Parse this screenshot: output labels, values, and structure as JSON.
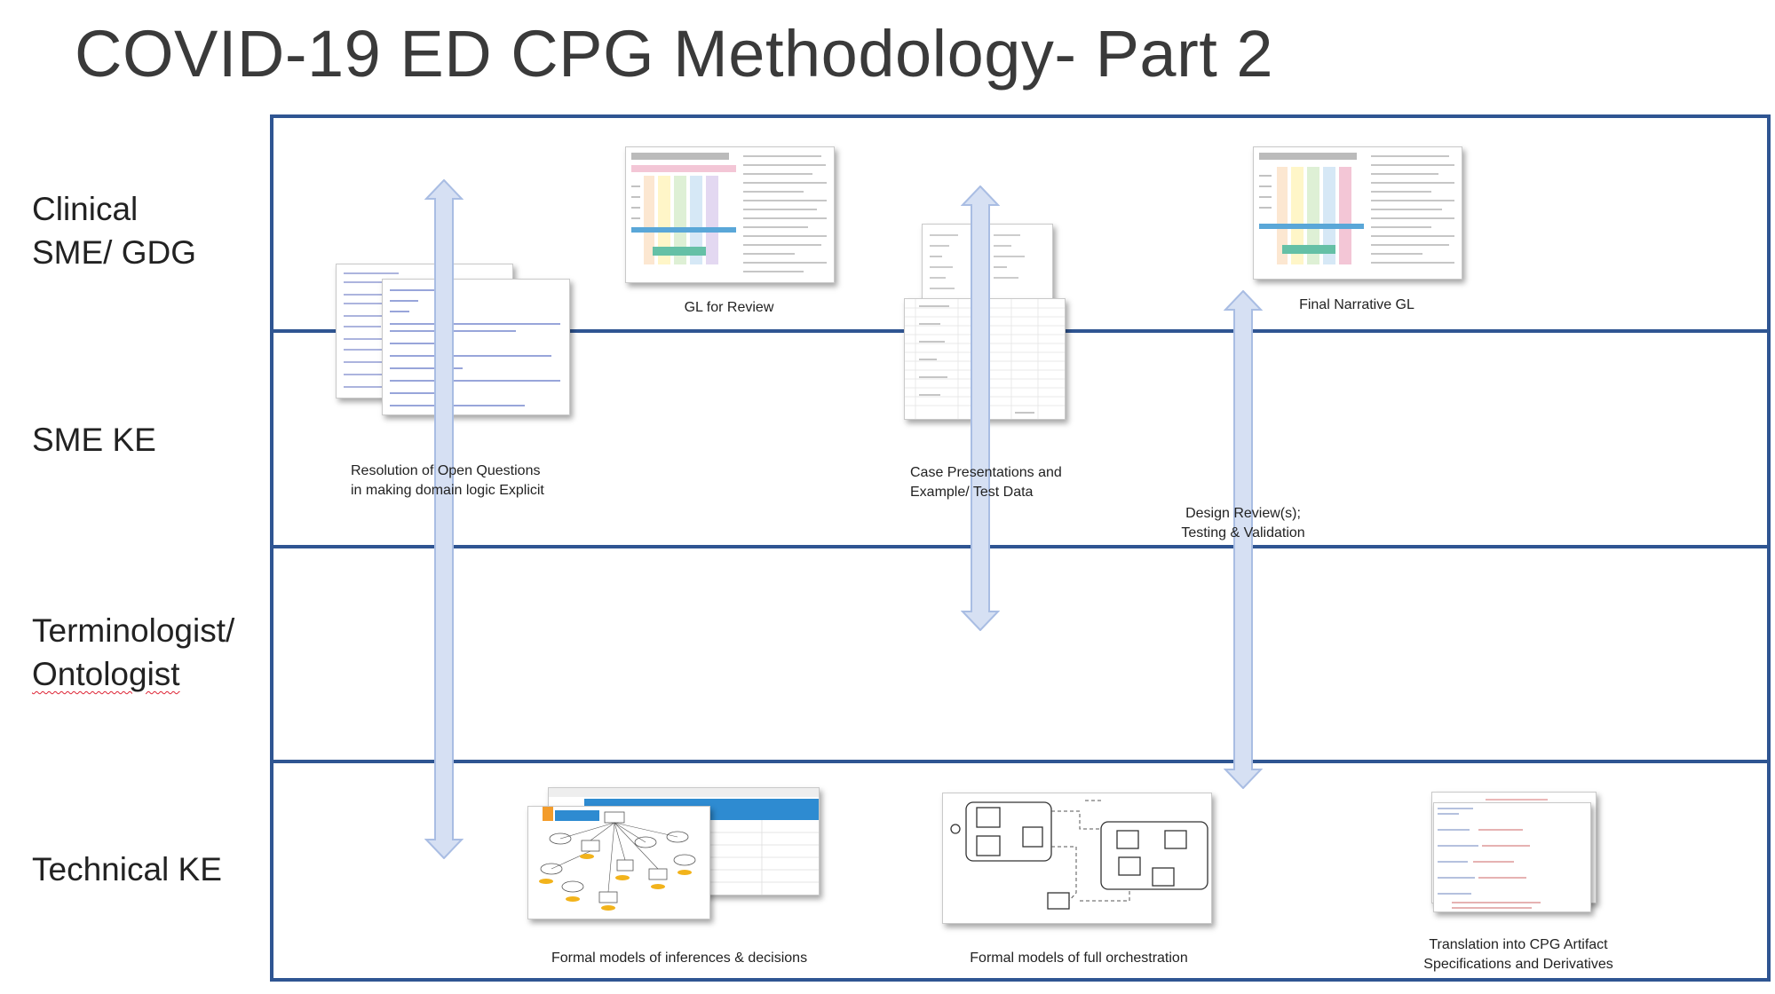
{
  "title": "COVID-19 ED CPG Methodology- Part 2",
  "colors": {
    "frame": "#2f5592",
    "arrow_fill": "#d6e0f3",
    "arrow_stroke": "#a9bde3"
  },
  "lanes": [
    {
      "line1": "Clinical",
      "line2": "SME/ GDG"
    },
    {
      "line1": "SME KE",
      "line2": ""
    },
    {
      "line1": "Terminologist/",
      "line2": "Ontologist"
    },
    {
      "line1": "Technical KE",
      "line2": ""
    }
  ],
  "captions": {
    "gl_review": "GL for Review",
    "final_gl": "Final Narrative GL",
    "resolution_1": "Resolution of Open Questions",
    "resolution_2": "in making domain logic Explicit",
    "case_1": "Case Presentations and",
    "case_2": "Example/ Test Data",
    "design_1": "Design Review(s);",
    "design_2": "Testing & Validation",
    "formal_inf": "Formal models of inferences & decisions",
    "formal_orch": "Formal models of full orchestration",
    "translation_1": "Translation into CPG Artifact",
    "translation_2": "Specifications and Derivatives"
  },
  "artifacts": [
    "gl-review-document",
    "final-narrative-gl-document",
    "open-questions-document",
    "case-presentation-document",
    "test-data-spreadsheet",
    "decision-model",
    "orchestration-model",
    "cpg-artifact-code"
  ]
}
